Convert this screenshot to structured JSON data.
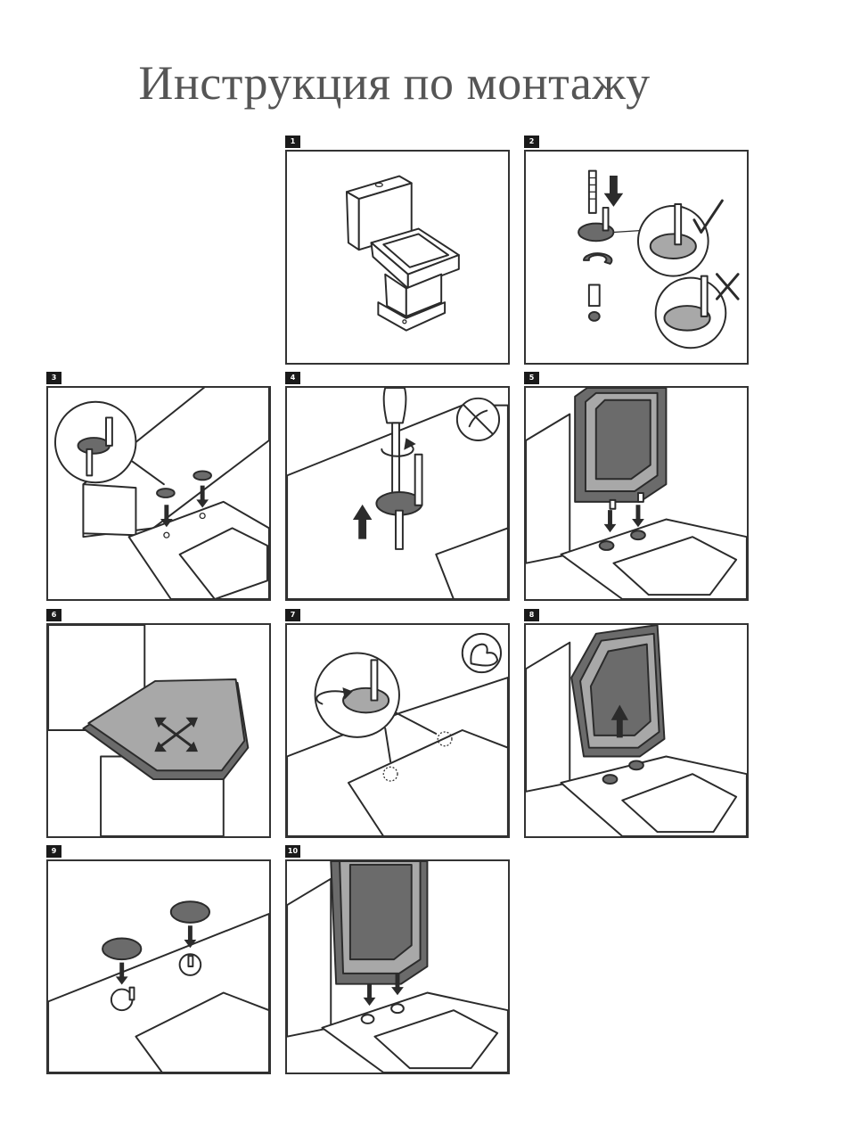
{
  "title": "Инструкция по монтажу",
  "steps": [
    {
      "number": "1"
    },
    {
      "number": "2"
    },
    {
      "number": "3"
    },
    {
      "number": "4"
    },
    {
      "number": "5"
    },
    {
      "number": "6"
    },
    {
      "number": "7"
    },
    {
      "number": "8"
    },
    {
      "number": "9"
    },
    {
      "number": "10"
    }
  ],
  "icons": {
    "step2_ok": "checkmark-icon",
    "step2_wrong": "cross-icon",
    "step4_badge": "no-power-tool-icon",
    "step7_badge": "flexed-arm-icon",
    "step6_badge": "adjust-arrows-icon"
  },
  "colors": {
    "line": "#2b2b2b",
    "title": "#555555",
    "seat": "#a8a8a8",
    "badge": "#1a1a1a"
  }
}
